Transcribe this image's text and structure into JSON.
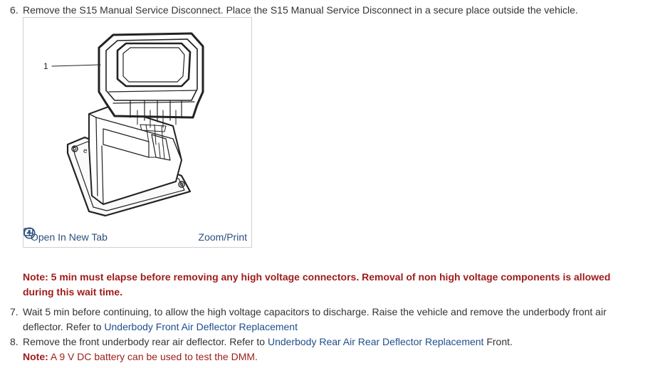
{
  "step6": {
    "number": "6.",
    "text": "Remove the S15 Manual Service Disconnect. Place the S15 Manual Service Disconnect in a secure place outside the vehicle."
  },
  "figure": {
    "callout": "1",
    "open_tab_label": "Open In New Tab",
    "zoom_label": "Zoom/Print",
    "open_tab_icon": "open-new-tab-icon",
    "zoom_icon": "plus-circle-icon"
  },
  "note1": {
    "text": "Note: 5 min must elapse before removing any high voltage connectors. Removal of non high voltage components is allowed during this wait time."
  },
  "step7": {
    "number": "7.",
    "text_line1": "Wait 5 min before continuing, to allow the high voltage capacitors to discharge. Raise the vehicle and remove the underbody front air",
    "text_line2_prefix": "deflector. Refer to ",
    "link": "Underbody Front Air Deflector Replacement"
  },
  "step8": {
    "number": "8.",
    "text_prefix": "Remove the front underbody rear air deflector. Refer to ",
    "link": "Underbody Rear Air Rear Deflector Replacement",
    "text_suffix": " Front."
  },
  "note2": {
    "label": "Note:",
    "text": " A 9 V DC battery can be used to test the DMM."
  },
  "colors": {
    "note": "#9e1b1b",
    "link": "#1f4e8c",
    "toolbar": "#2a4f7d"
  }
}
